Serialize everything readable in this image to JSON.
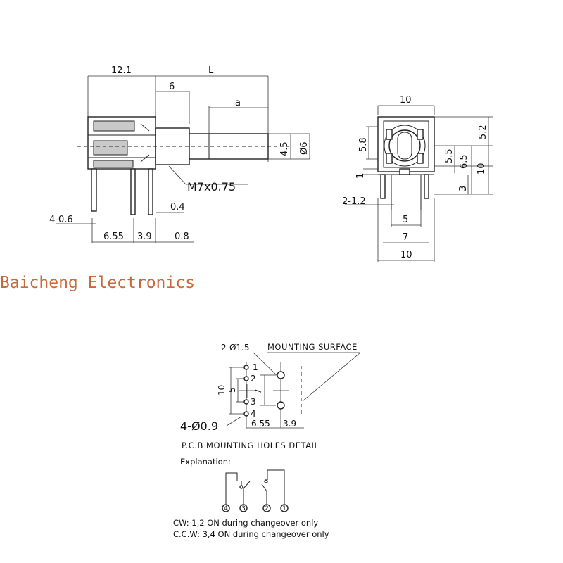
{
  "brand": "Baicheng Electronics",
  "side_view": {
    "dims": {
      "body_length": "12.1",
      "shaft_length": "L",
      "bushing_length": "6",
      "flat_length": "a",
      "flat_height": "4.5",
      "shaft_dia": "Ø6",
      "thread": "M7x0.75",
      "terminal_width": "4-0.6",
      "terminal_thickness": "0.4",
      "pitch_a": "6.55",
      "pitch_b": "3.9",
      "offset": "0.8"
    }
  },
  "front_view": {
    "dims": {
      "top_width": "10",
      "height_top": "5.2",
      "center_height": "5.8",
      "inner_a": "5.5",
      "inner_b": "6.5",
      "total_height": "10",
      "gap": "1",
      "base": "3",
      "mount_pins": "2-1.2",
      "pin_span_a": "5",
      "pin_span_b": "7",
      "bottom_width": "10"
    }
  },
  "pcb": {
    "mounting_hole": "2-Ø1.5",
    "mounting_surface": "MOUNTING SURFACE",
    "pin_hole": "4-Ø0.9",
    "dim_10": "10",
    "dim_5": "5",
    "dim_7": "7",
    "dim_655": "6.55",
    "dim_39": "3.9",
    "pins": [
      "1",
      "2",
      "3",
      "4"
    ],
    "title": "P.C.B MOUNTING HOLES DETAIL"
  },
  "explanation": {
    "heading": "Explanation:",
    "pins": [
      "4",
      "3",
      "2",
      "1"
    ],
    "cw": "CW:  1,2 ON during changeover only",
    "ccw": "C.C.W: 3,4 ON during changeover only"
  }
}
